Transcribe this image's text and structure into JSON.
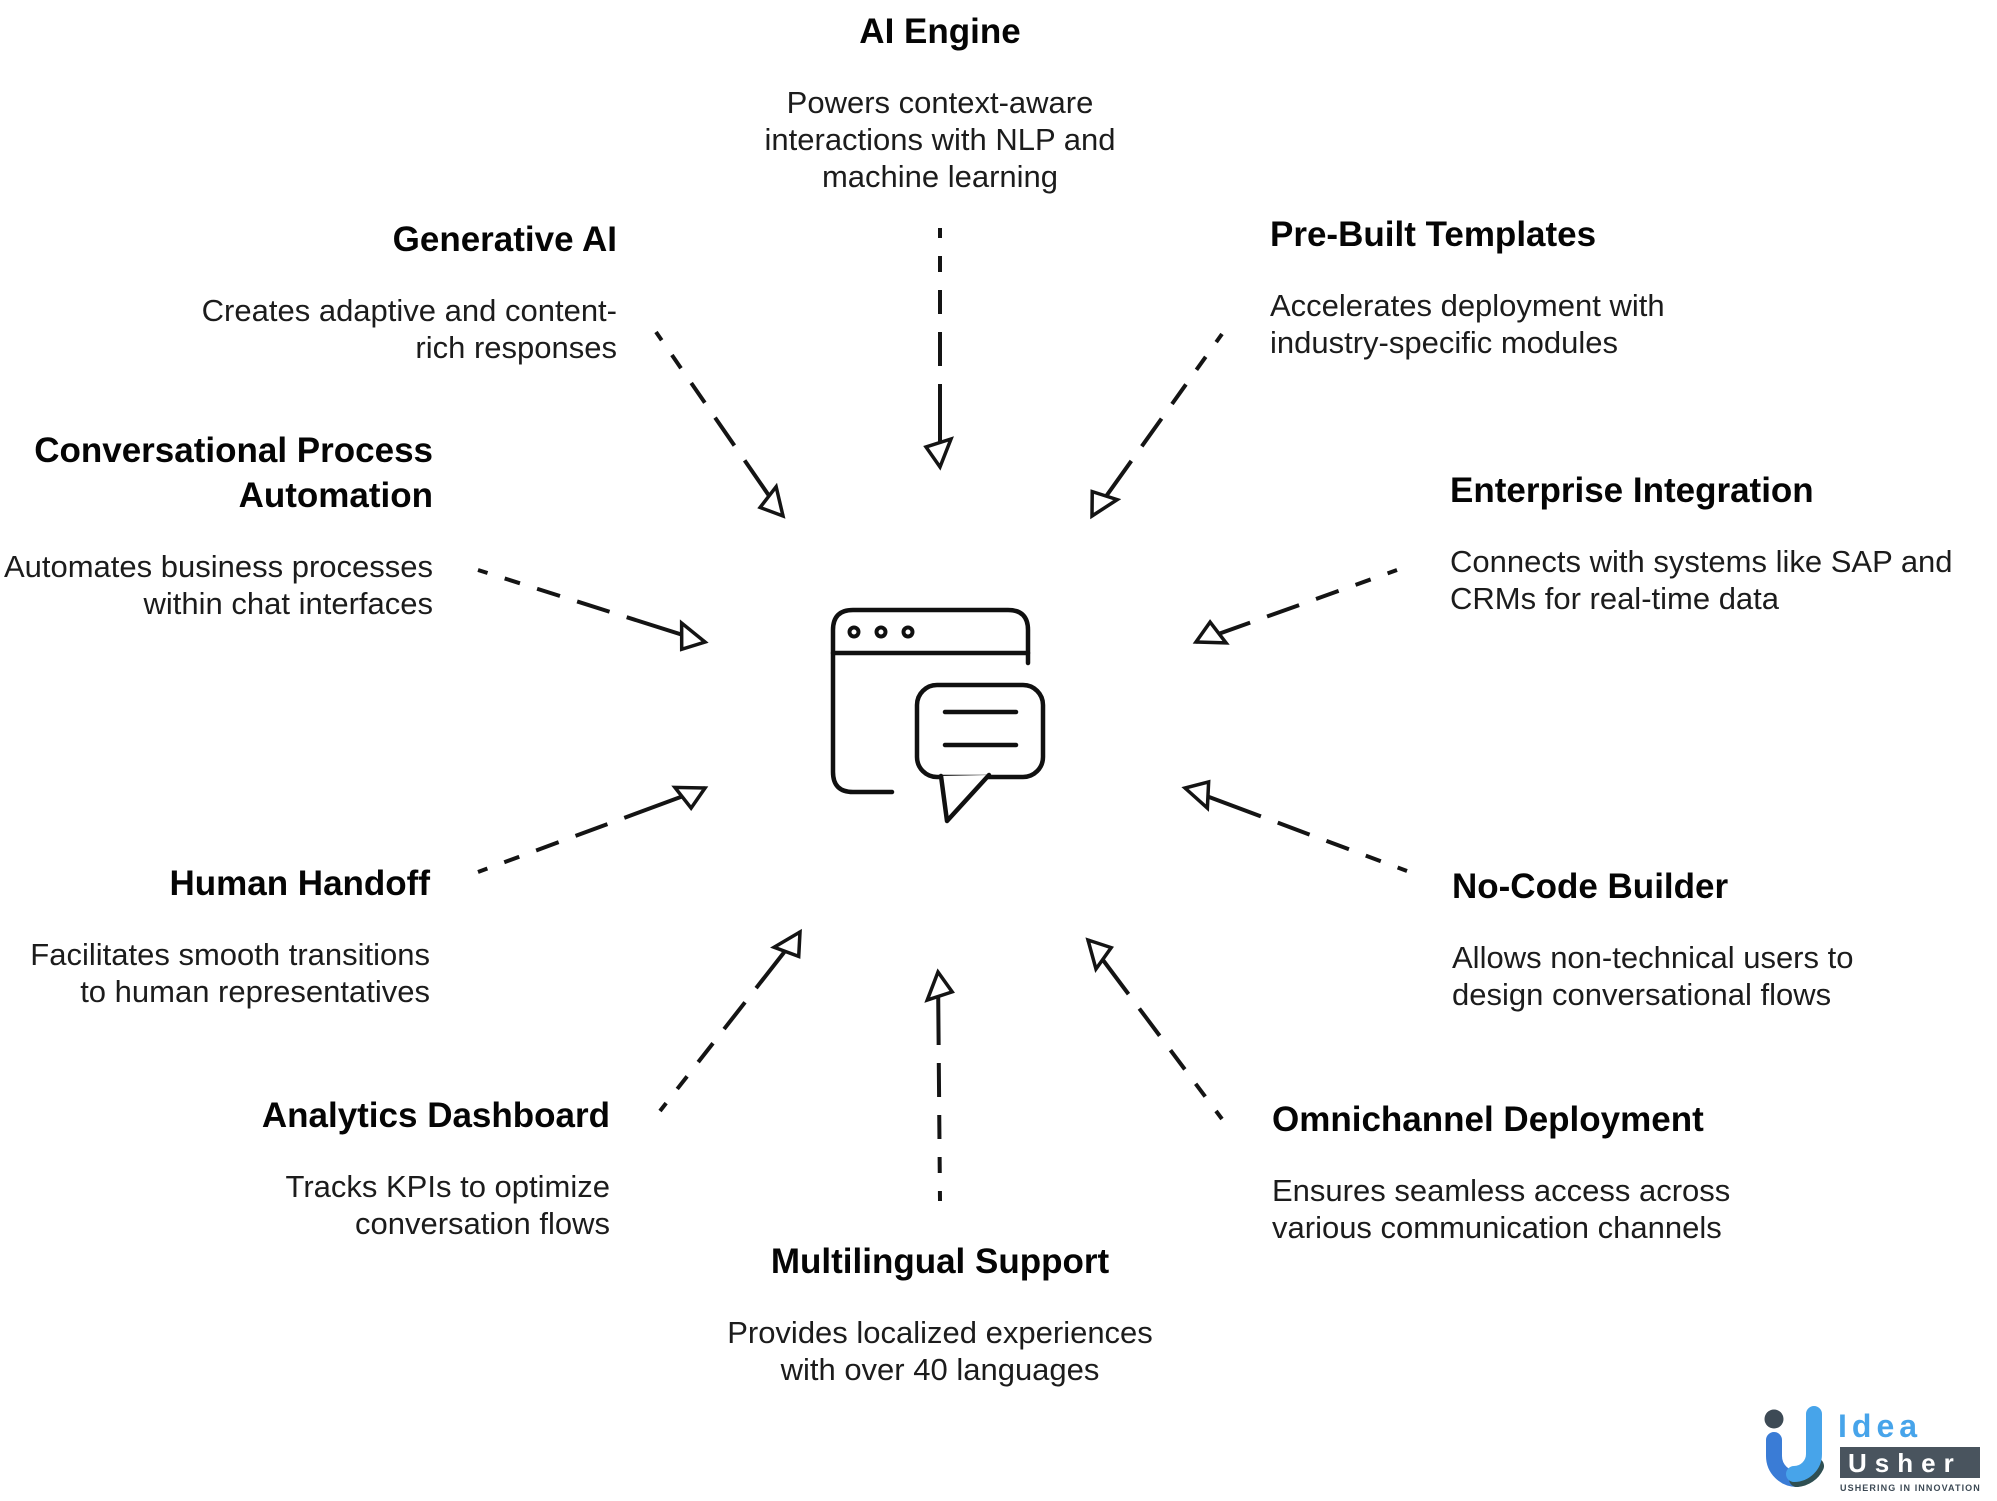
{
  "page": {
    "background": "#ffffff"
  },
  "center_icon": {
    "name": "chatbot-browser-window-with-chat-bubble"
  },
  "features": [
    {
      "id": "ai-engine",
      "title": "AI Engine",
      "desc": "Powers context-aware\ninteractions with NLP and\nmachine learning"
    },
    {
      "id": "generative-ai",
      "title": "Generative AI",
      "desc": "Creates adaptive and content-\nrich responses"
    },
    {
      "id": "pre-built-templates",
      "title": "Pre-Built Templates",
      "desc": "Accelerates deployment with\nindustry-specific modules"
    },
    {
      "id": "conversational-process-automation",
      "title": "Conversational Process\nAutomation",
      "desc": "Automates business processes\nwithin chat interfaces"
    },
    {
      "id": "enterprise-integration",
      "title": "Enterprise Integration",
      "desc": "Connects with systems like SAP and\nCRMs for real-time data"
    },
    {
      "id": "human-handoff",
      "title": "Human Handoff",
      "desc": "Facilitates smooth transitions\nto human representatives"
    },
    {
      "id": "no-code-builder",
      "title": "No-Code Builder",
      "desc": "Allows non-technical users to\ndesign conversational flows"
    },
    {
      "id": "analytics-dashboard",
      "title": "Analytics Dashboard",
      "desc": "Tracks KPIs to optimize\nconversation flows"
    },
    {
      "id": "omnichannel-deployment",
      "title": "Omnichannel Deployment",
      "desc": "Ensures seamless access across\nvarious communication channels"
    },
    {
      "id": "multilingual-support",
      "title": "Multilingual Support",
      "desc": "Provides localized experiences\nwith over 40 languages"
    }
  ],
  "logo": {
    "brand_top": "Idea",
    "brand_bottom": "Usher",
    "tagline": "USHERING IN INNOVATION",
    "colors": {
      "blue_light": "#47a4ea",
      "blue_medium": "#3a7cd6",
      "slate": "#49545e",
      "overlap": "#2f4f52"
    }
  }
}
